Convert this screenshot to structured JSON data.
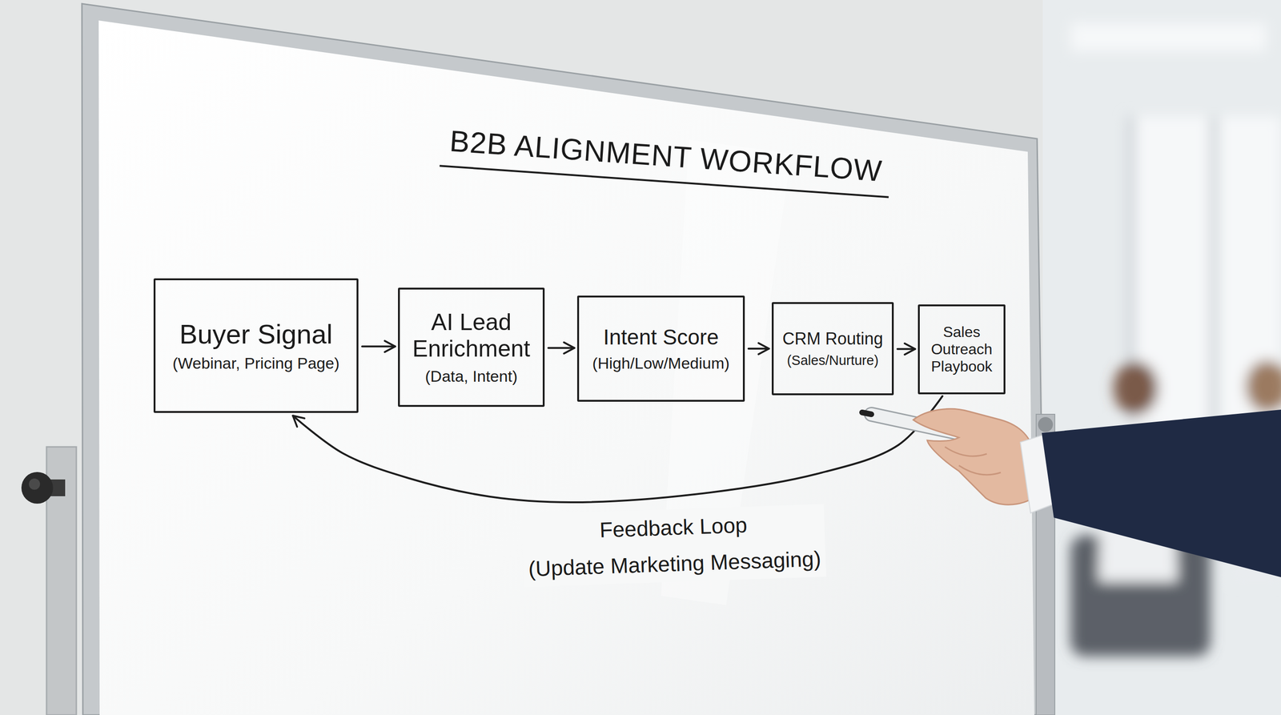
{
  "diagram": {
    "title": "B2B ALIGNMENT WORKFLOW",
    "nodes": [
      {
        "text": [
          "Buyer Signal",
          "(Webinar, Pricing Page)"
        ]
      },
      {
        "text": [
          "AI Lead Enrichment",
          "(Data, Intent)"
        ]
      },
      {
        "text": [
          "Intent Score",
          "(High/Low/Medium)"
        ]
      },
      {
        "text": [
          "CRM Routing",
          "(Sales/Nurture)"
        ]
      },
      {
        "text": [
          "Sales Outreach Playbook"
        ]
      }
    ],
    "edges": [
      {
        "from": 0,
        "to": 1,
        "arrow": "to"
      },
      {
        "from": 1,
        "to": 2,
        "arrow": "to"
      },
      {
        "from": 2,
        "to": 3,
        "arrow": "to"
      },
      {
        "from": 3,
        "to": 4,
        "arrow": "to"
      },
      {
        "from": 4,
        "to": 0,
        "label": "Feedback Loop (Update Marketing Messaging)",
        "arrow": "to"
      }
    ]
  }
}
